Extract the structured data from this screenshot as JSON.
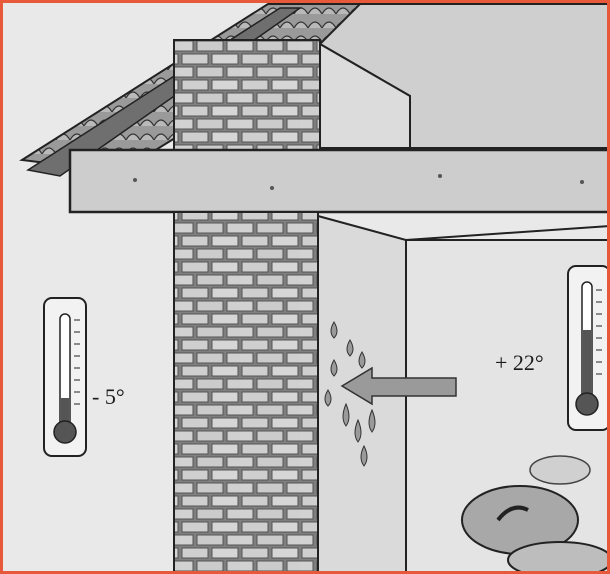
{
  "scene": {
    "outside_temperature": "- 5°",
    "inside_temperature": "+ 22°",
    "frame_color": "#e8583a",
    "background_color": "#e9e9e9",
    "brick_color": "#8c8c8c",
    "arrow_color": "#9a9a9a",
    "icons": [
      "outside-thermometer-icon",
      "inside-thermometer-icon",
      "condensation-drops-icon",
      "heat-flow-arrow-icon",
      "roof-tiles",
      "brick-chimney",
      "stone-pile"
    ]
  }
}
